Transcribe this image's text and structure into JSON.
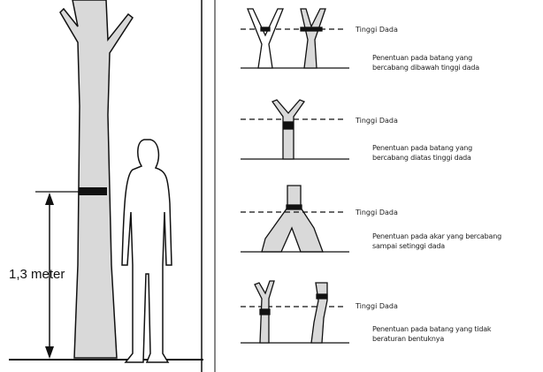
{
  "left_panel": {
    "height_label": "1,3 meter"
  },
  "right_panel": {
    "cases": [
      {
        "marker_label": "Tinggi Dada",
        "description_line1": "Penentuan pada batang yang",
        "description_line2": "bercabang dibawah tinggi dada"
      },
      {
        "marker_label": "Tinggi Dada",
        "description_line1": "Penentuan pada batang yang",
        "description_line2": "bercabang diatas tinggi dada"
      },
      {
        "marker_label": "Tinggi Dada",
        "description_line1": "Penentuan pada akar yang bercabang",
        "description_line2": "sampai setinggi dada"
      },
      {
        "marker_label": "Tinggi Dada",
        "description_line1": "Penentuan pada batang yang tidak",
        "description_line2": "beraturan bentuknya"
      }
    ]
  },
  "colors": {
    "trunk_fill": "#d9d9d9",
    "ink": "#111111"
  }
}
